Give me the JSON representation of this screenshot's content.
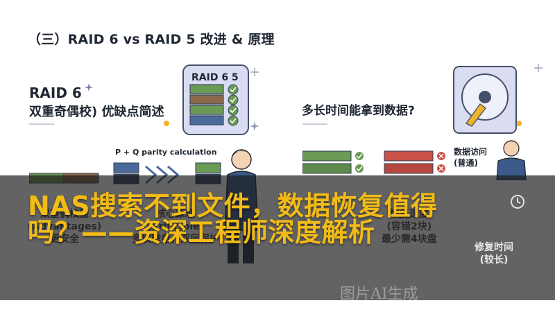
{
  "header": {
    "title": "（三）RAID 6 vs RAID 5 改进 & 原理"
  },
  "left_panel": {
    "title_line1": "RAID 6",
    "title_line2": "双重奇偶校) 优缺点简述",
    "parity_label": "P + Q parity calculation",
    "server_label": "RAID 6 5",
    "under_col1": [
      "双重偶校验",
      "(Advantages)",
      "更安全"
    ],
    "under_col2": [
      "核心原理",
      "(Principle)",
      "多块磁盘，双层保护"
    ]
  },
  "right_panel": {
    "title": "多长时间能拿到数据?",
    "access_label_line1": "数据访问",
    "access_label_line2": "(普通)",
    "under_col1": [
      "恢复速度",
      "(容错2块)",
      "最少需4块盘"
    ],
    "repair_label_line1": "修复时间",
    "repair_label_line2": "(较长)"
  },
  "overlay": {
    "headline": "NAS搜索不到文件，数据恢复值得吗？——资深工程师深度解析"
  },
  "watermark": "图片AI生成",
  "colors": {
    "green": "#6a9a54",
    "brown": "#8b6a4b",
    "blue": "#4a6a9a",
    "red": "#c9534a",
    "accent": "#f2bb16",
    "lavender": "#d9dcf2"
  }
}
